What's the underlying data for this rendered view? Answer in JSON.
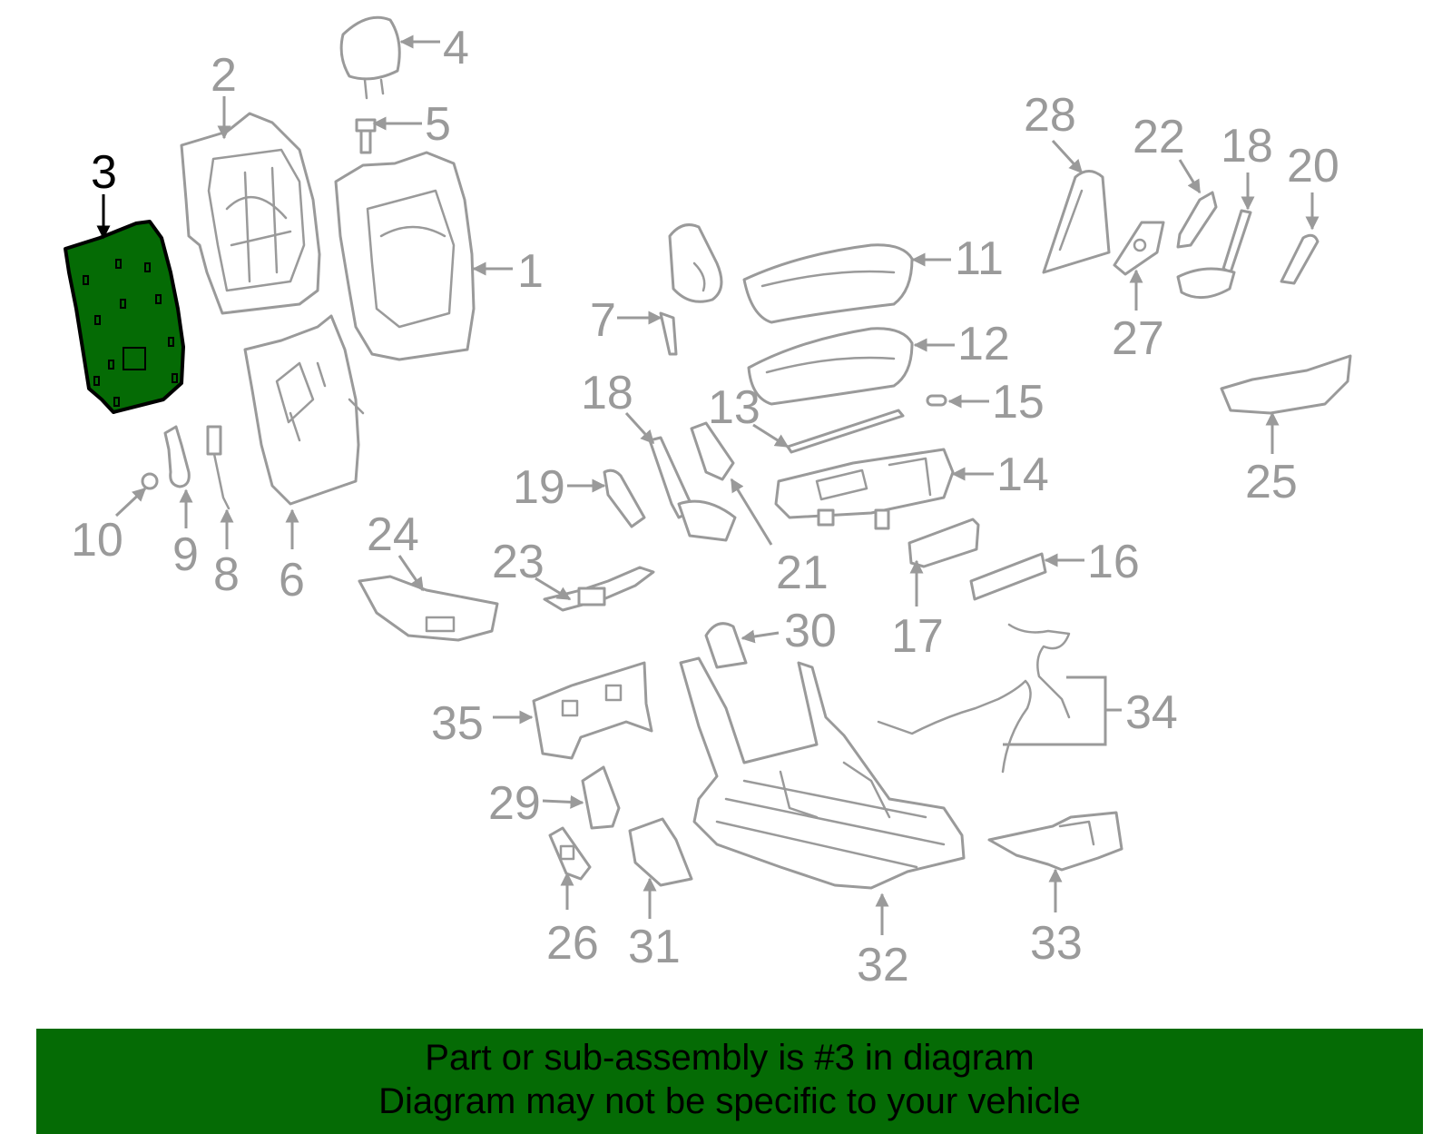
{
  "diagram": {
    "highlighted_part": "3",
    "highlight_color": "#056b05",
    "line_color": "#9a9a9a",
    "callouts": [
      "1",
      "2",
      "3",
      "4",
      "5",
      "6",
      "7",
      "8",
      "9",
      "10",
      "11",
      "12",
      "13",
      "14",
      "15",
      "16",
      "17",
      "18",
      "18",
      "19",
      "20",
      "21",
      "22",
      "23",
      "24",
      "25",
      "26",
      "27",
      "28",
      "29",
      "30",
      "31",
      "32",
      "33",
      "34",
      "35"
    ]
  },
  "banner": {
    "line1": "Part or sub-assembly is #3 in diagram",
    "line2": "Diagram may not be specific to your vehicle"
  }
}
